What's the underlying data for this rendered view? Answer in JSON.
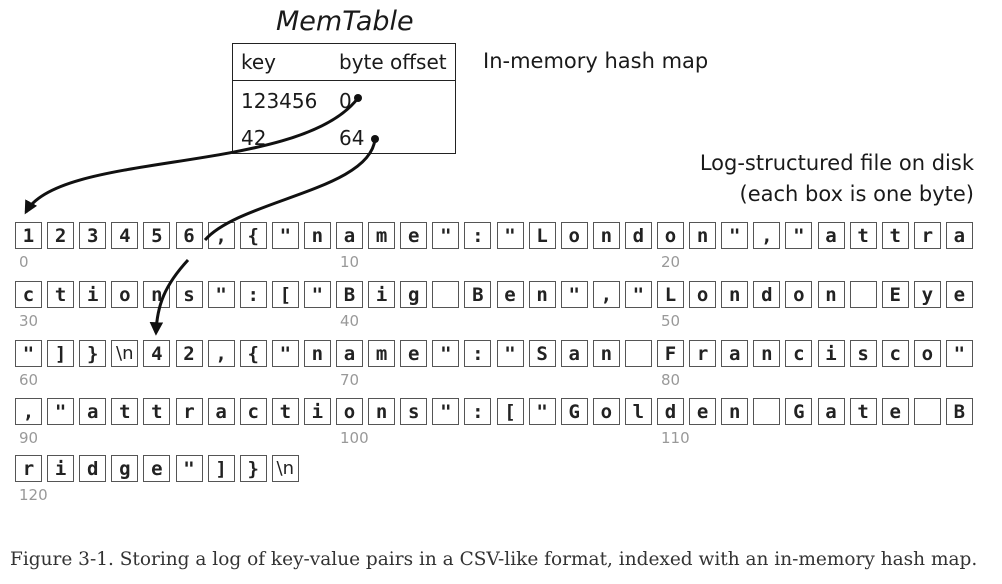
{
  "title": "MemTable",
  "hash_map": {
    "label": "In-memory hash map",
    "headers": [
      "key",
      "byte offset"
    ],
    "rows": [
      {
        "key": "123456",
        "offset": "0"
      },
      {
        "key": "42",
        "offset": "64"
      }
    ]
  },
  "disk_label": [
    "Log-structured file on disk",
    "(each box is one byte)"
  ],
  "rows": [
    {
      "start": "0",
      "bytes": [
        "1",
        "2",
        "3",
        "4",
        "5",
        "6",
        ",",
        "{",
        "\"",
        "n",
        "a",
        "m",
        "e",
        "\"",
        ":",
        "\"",
        "L",
        "o",
        "n",
        "d",
        "o",
        "n",
        "\"",
        ",",
        "\"",
        "a",
        "t",
        "t",
        "r",
        "a"
      ],
      "marks": [
        "0",
        "10",
        "20"
      ]
    },
    {
      "start": "30",
      "bytes": [
        "c",
        "t",
        "i",
        "o",
        "n",
        "s",
        "\"",
        ":",
        "[",
        "\"",
        "B",
        "i",
        "g",
        " ",
        "B",
        "e",
        "n",
        "\"",
        ",",
        "\"",
        "L",
        "o",
        "n",
        "d",
        "o",
        "n",
        " ",
        "E",
        "y",
        "e"
      ],
      "marks": [
        "30",
        "40",
        "50"
      ]
    },
    {
      "start": "60",
      "bytes": [
        "\"",
        "]",
        "}",
        "\\n",
        "4",
        "2",
        ",",
        "{",
        "\"",
        "n",
        "a",
        "m",
        "e",
        "\"",
        ":",
        "\"",
        "S",
        "a",
        "n",
        " ",
        "F",
        "r",
        "a",
        "n",
        "c",
        "i",
        "s",
        "c",
        "o",
        "\""
      ],
      "marks": [
        "60",
        "70",
        "80"
      ]
    },
    {
      "start": "90",
      "bytes": [
        ",",
        "\"",
        "a",
        "t",
        "t",
        "r",
        "a",
        "c",
        "t",
        "i",
        "o",
        "n",
        "s",
        "\"",
        ":",
        "[",
        "\"",
        "G",
        "o",
        "l",
        "d",
        "e",
        "n",
        " ",
        "G",
        "a",
        "t",
        "e",
        " ",
        "B"
      ],
      "marks": [
        "90",
        "100",
        "110"
      ]
    },
    {
      "start": "120",
      "bytes": [
        "r",
        "i",
        "d",
        "g",
        "e",
        "\"",
        "]",
        "}",
        "\\n"
      ],
      "marks": [
        "120"
      ]
    }
  ],
  "caption": "Figure 3-1. Storing a log of key-value pairs in a CSV-like format, indexed with an in-memory hash map."
}
